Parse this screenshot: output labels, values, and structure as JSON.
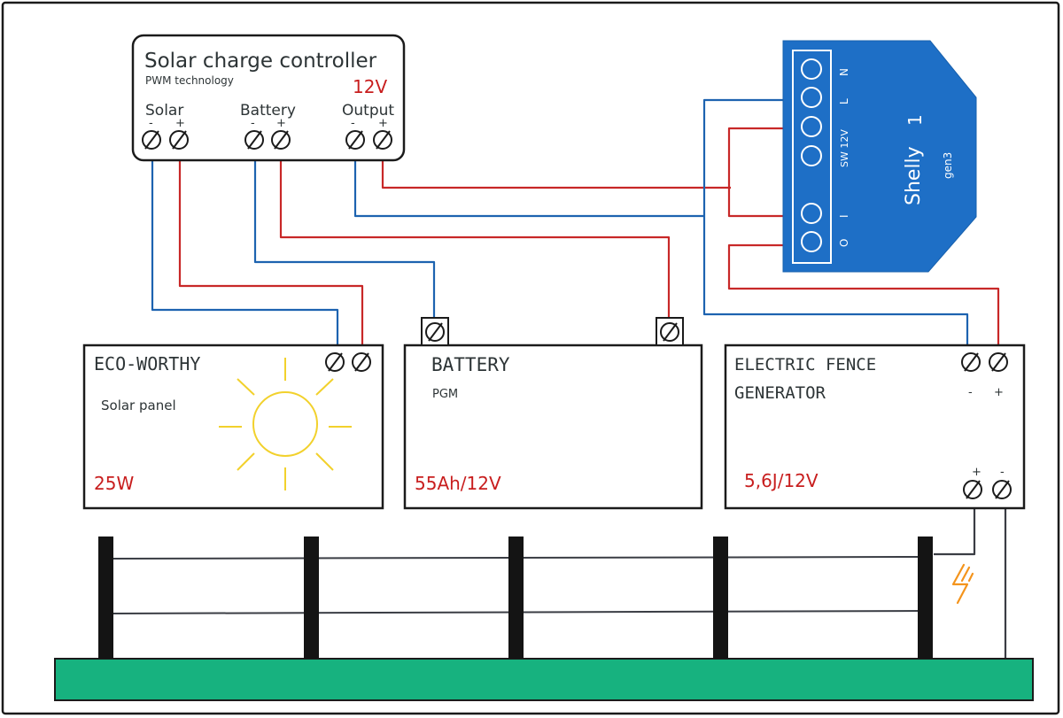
{
  "colors": {
    "wire_red": "#c82828",
    "wire_blue": "#1d63b0",
    "shelly_blue": "#1e6fc6",
    "ground_green": "#17b27f",
    "sun_yellow": "#f2d12c",
    "spark_orange": "#f4941c",
    "post_black": "#141414",
    "stroke": "#1b1b1b"
  },
  "controller": {
    "title": "Solar charge controller",
    "subtitle": "PWM technology",
    "voltage": "12V",
    "solar_label": "Solar",
    "battery_label": "Battery",
    "output_label": "Output",
    "minus": "-",
    "plus": "+"
  },
  "shelly": {
    "brand": "Shelly",
    "model": "1",
    "generation": "gen3",
    "pin_n": "N",
    "pin_l": "L",
    "pin_sw": "SW 12V",
    "pin_i": "I",
    "pin_o": "O",
    "icon": "shelly-relay-icon"
  },
  "solar_panel": {
    "brand": "ECO-WORTHY",
    "label": "Solar panel",
    "power": "25W",
    "icon": "sun-icon"
  },
  "battery": {
    "title": "BATTERY",
    "type": "PGM",
    "capacity": "55Ah/12V"
  },
  "fence_generator": {
    "title_line1": "ELECTRIC FENCE",
    "title_line2": "GENERATOR",
    "minus": "-",
    "plus": "+",
    "rating": "5,6J/12V"
  },
  "fence": {
    "posts": 5,
    "wires": 2,
    "icon": "lightning-icon"
  }
}
